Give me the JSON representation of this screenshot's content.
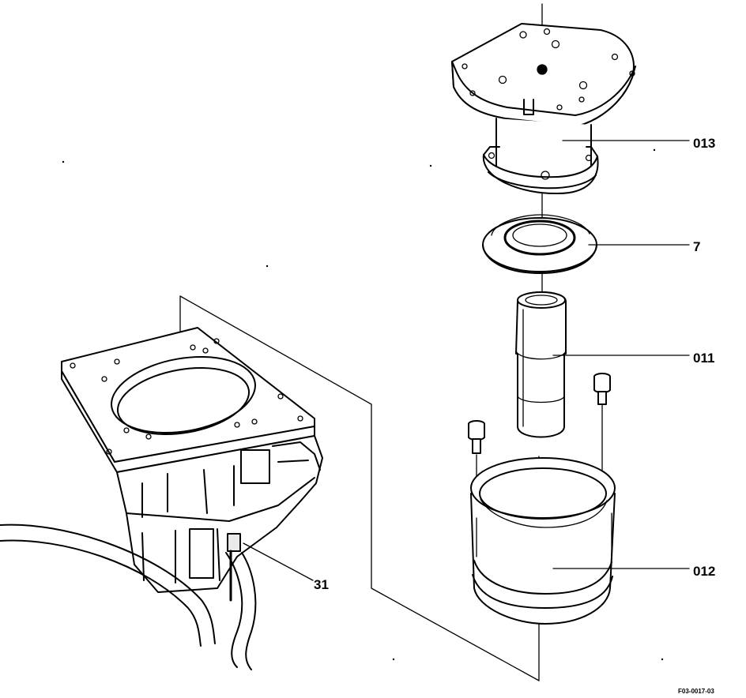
{
  "callouts": {
    "p013": "013",
    "p7": "7",
    "p011": "011",
    "p012": "012",
    "p31": "31"
  },
  "drawing_code": "F03-0017-03",
  "colors": {
    "ink": "#000000",
    "paper": "#ffffff"
  }
}
